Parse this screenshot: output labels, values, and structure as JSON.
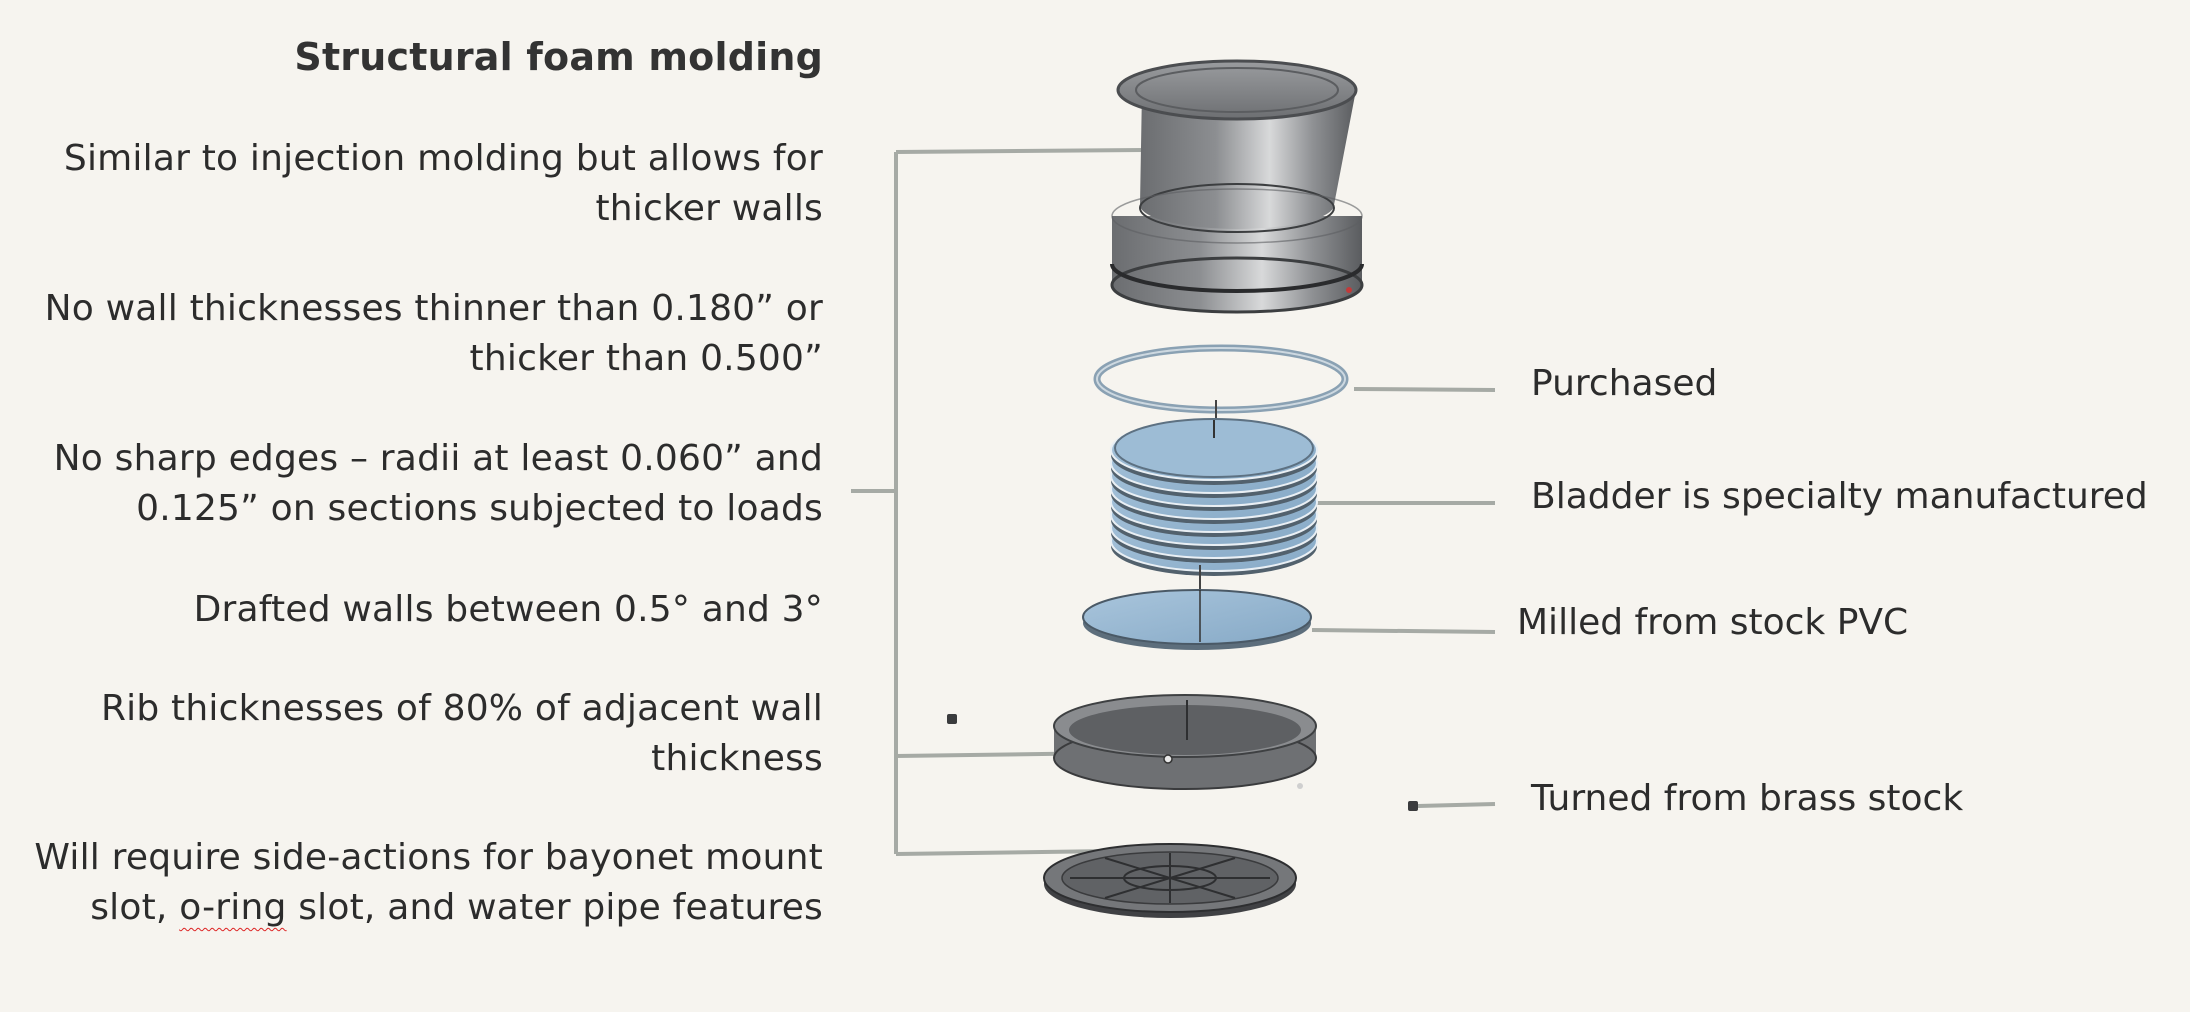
{
  "title": "Structural foam molding",
  "guidelines": [
    {
      "lines": [
        "Similar to injection molding but allows for",
        "thicker walls"
      ]
    },
    {
      "lines": [
        "No wall thicknesses thinner than 0.180” or",
        "thicker than 0.500”"
      ]
    },
    {
      "lines": [
        "No sharp edges – radii at least 0.060” and",
        "0.125” on sections subjected to loads"
      ]
    },
    {
      "lines": [
        "Drafted walls between 0.5° and 3°"
      ]
    },
    {
      "lines": [
        "Rib thicknesses of 80% of adjacent wall",
        "thickness"
      ]
    },
    {
      "lines": [
        "Will require side-actions for bayonet mount",
        "slot, ",
        "o-ring",
        " slot, and water pipe features"
      ]
    }
  ],
  "callouts": {
    "purchased": "Purchased",
    "bladder": "Bladder is specialty manufactured",
    "milled": "Milled from stock PVC",
    "turned": "Turned from brass stock"
  },
  "colors": {
    "leader": "#a6aaa5",
    "gray_part": "#6a6c6f",
    "blue_part": "#9cbcd6"
  }
}
